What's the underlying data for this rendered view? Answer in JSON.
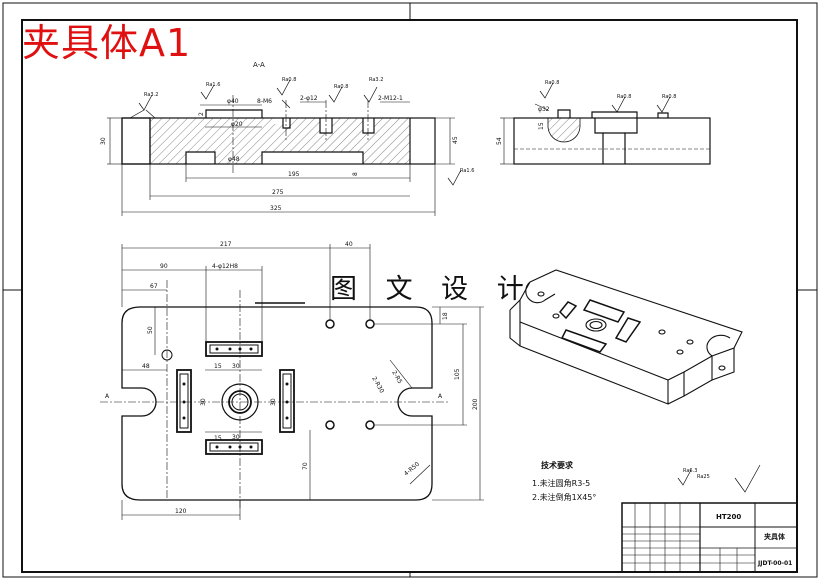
{
  "sheet": {
    "title_red": "夹具体A1",
    "section_label": "A-A",
    "watermark": "图 文 设 计"
  },
  "dims": {
    "side": {
      "phi40": "φ40",
      "m6": "8-M6",
      "phi12": "2-φ12",
      "m12": "2-M12-1",
      "phi20": "φ20",
      "phi48": "φ48",
      "d30": "30",
      "d45": "45",
      "d2": "2",
      "d8": "8",
      "d195": "195",
      "d275": "275",
      "d325": "325"
    },
    "end": {
      "phi32": "φ32",
      "d15": "15",
      "d54": "54"
    },
    "plan": {
      "d217": "217",
      "d40": "40",
      "d90": "90",
      "d4phi": "4-φ12H8",
      "d67": "67",
      "d50": "50",
      "d48": "48",
      "d15a": "15",
      "d30a": "30",
      "d30b": "30",
      "d15b": "15",
      "d30c": "30",
      "d30d": "30",
      "d18": "18",
      "d105": "105",
      "d200": "200",
      "d70": "70",
      "d120": "120",
      "r5": "2-R5",
      "r30": "2-R30",
      "r50": "4-R50",
      "secA1": "A",
      "secA2": "A"
    },
    "roughness": {
      "r1": "Ra3.2",
      "r2": "Ra1.6",
      "r3": "Ra0.8",
      "r4": "Ra0.8",
      "r5": "Ra3.2",
      "r6": "Ra1.6",
      "r7": "Ra0.8",
      "r8": "Ra0.8",
      "r9": "Ra0.8",
      "r10": "Ra6.3",
      "r11": "Ra25"
    }
  },
  "tech": {
    "title": "技术要求",
    "line1": "1.未注圆角R3-5",
    "line2": "2.未注倒角1X45°"
  },
  "title_block": {
    "material": "HT200",
    "part": "夹具体",
    "code": "JJDT-00-01"
  }
}
